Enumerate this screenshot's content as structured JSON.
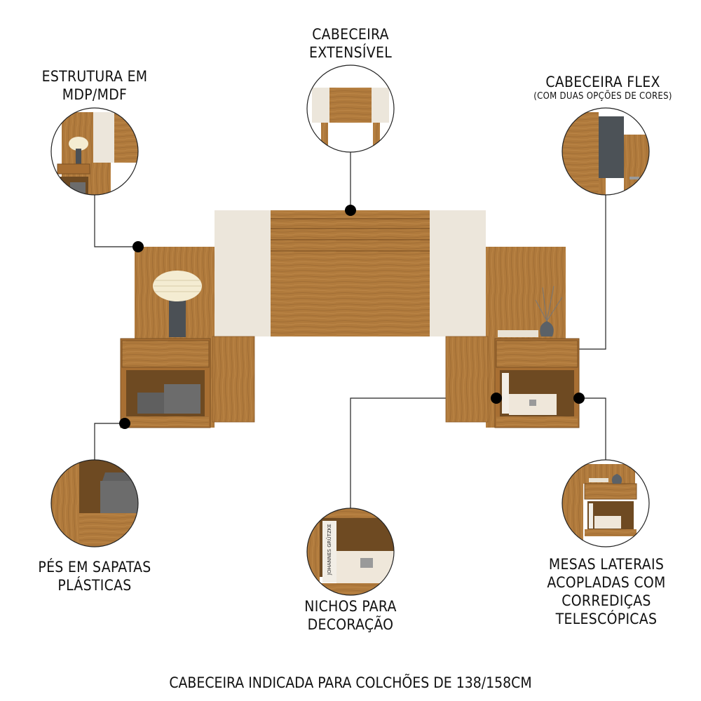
{
  "labels": {
    "extensivel": [
      "CABECEIRA",
      "EXTENSÍVEL"
    ],
    "estrutura": [
      "ESTRUTURA EM",
      "MDP/MDF"
    ],
    "flex": [
      "CABECEIRA FLEX"
    ],
    "flex_note": "(COM DUAS OPÇÕES DE CORES)",
    "pes": [
      "PÉS EM SAPATAS",
      "PLÁSTICAS"
    ],
    "nichos": [
      "NICHOS PARA",
      "DECORAÇÃO"
    ],
    "mesas": [
      "MESAS LATERAIS",
      "ACOPLADAS COM",
      "CORREDIÇAS",
      "TELESCÓPICAS"
    ]
  },
  "book_spine_text": "JOHANNES GRÜTZKE",
  "footer": "CABECEIRA INDICADA PARA COLCHÕES DE 138/158CM",
  "colors": {
    "wood": "#b07a3c",
    "wood_dark": "#8f5e2a",
    "cream": "#ece6db",
    "graphite": "#4c5257",
    "dot": "#000000",
    "line": "#222222"
  }
}
